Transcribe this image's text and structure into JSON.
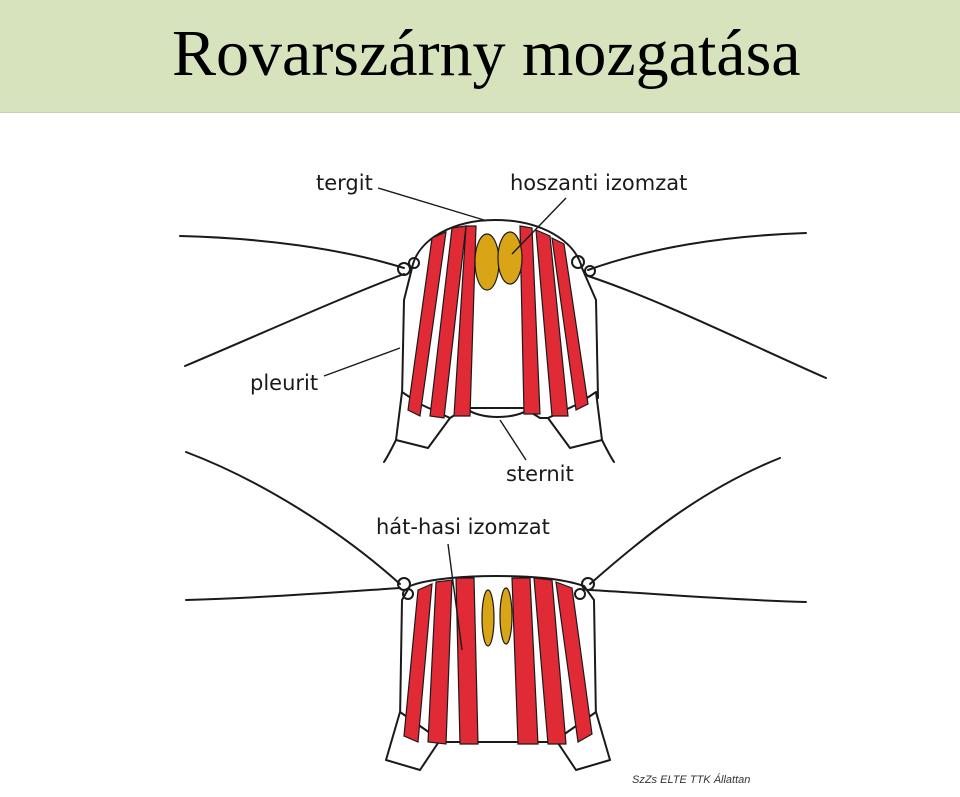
{
  "title": "Rovarszárny mozgatása",
  "labels": {
    "tergit": "tergit",
    "hoszanti": "hoszanti izomzat",
    "pleurit": "pleurit",
    "sternit": "sternit",
    "hathasi": "hát-hasi izomzat"
  },
  "credit": "SzZs ELTE TTK Állattan",
  "colors": {
    "title_background": "#d6e3bc",
    "muscle": "#e02b36",
    "longitudinal_muscle": "#d9a517",
    "outline": "#1a1a1a"
  }
}
